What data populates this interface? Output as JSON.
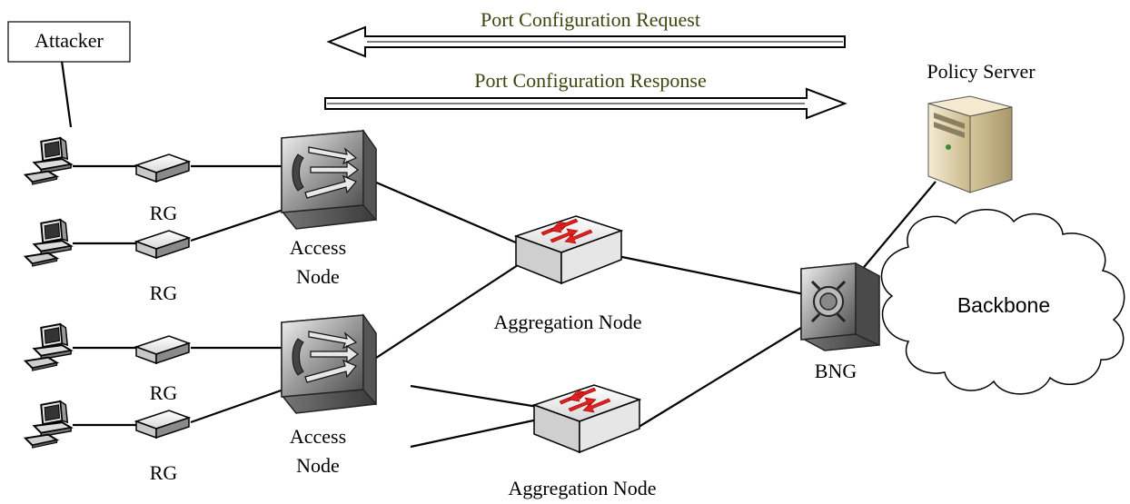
{
  "labels": {
    "attacker": "Attacker",
    "request": "Port Configuration Request",
    "response": "Port Configuration Response",
    "policy_server": "Policy Server",
    "rg": "RG",
    "access_node_line1": "Access",
    "access_node_line2": "Node",
    "aggregation_node": "Aggregation Node",
    "bng": "BNG",
    "backbone": "Backbone"
  },
  "icons": {
    "computer": "computer-icon",
    "residential_gateway": "residential-gateway-icon",
    "access_node": "access-node-icon",
    "aggregation_node": "switch-icon",
    "bng": "bng-router-icon",
    "policy_server": "server-icon",
    "backbone": "cloud-icon"
  },
  "colors": {
    "arrow_text": "#3d4510",
    "switch_arrow": "#e02020",
    "line": "#000000"
  }
}
